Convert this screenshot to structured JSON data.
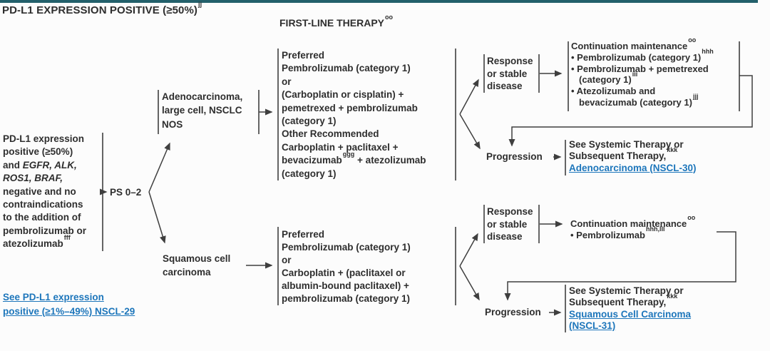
{
  "colors": {
    "top_border": "#23606b",
    "link_blue": "#1d76bb",
    "text": "#2e2e2e",
    "line": "#3f3f3f"
  },
  "header": {
    "title": "PD-L1 EXPRESSION POSITIVE (≥50%)",
    "title_sup": "jj",
    "therapy_label": "FIRST-LINE THERAPY",
    "therapy_sup": "oo"
  },
  "criteria": {
    "l1": "PD-L1 expression",
    "l2": "positive (≥50%)",
    "l3a": "and ",
    "l3b": "EGFR, ALK,",
    "l4": "ROS1, BRAF,",
    "l5": "negative and no",
    "l6": "contraindications",
    "l7": "to the addition of",
    "l8": "pembrolizumab or",
    "l9": "atezolizumab",
    "l9_sup": "fff"
  },
  "ps": {
    "label": "PS 0–2"
  },
  "histology": {
    "adeno_l1": "Adenocarcinoma,",
    "adeno_l2": "large cell, NSCLC",
    "adeno_l3": "NOS",
    "squam_l1": "Squamous cell",
    "squam_l2": "carcinoma"
  },
  "adeno_regimen": {
    "l1": "Preferred",
    "l2": "Pembrolizumab (category 1)",
    "l3": "or",
    "l4": "(Carboplatin or cisplatin) +",
    "l5": "pemetrexed + pembrolizumab",
    "l6": "(category 1)",
    "l7": "Other Recommended",
    "l8": "Carboplatin + paclitaxel +",
    "l9a": "bevacizumab",
    "l9_sup": "ggg",
    "l9b": " + atezolizumab",
    "l10": "(category 1)"
  },
  "squam_regimen": {
    "l1": "Preferred",
    "l2": "Pembrolizumab (category 1)",
    "l3": "or",
    "l4": "Carboplatin + (paclitaxel or",
    "l5": "albumin-bound paclitaxel) +",
    "l6": "pembrolizumab (category 1)"
  },
  "outcomes": {
    "response_l1": "Response",
    "response_l2": "or stable",
    "response_l3": "disease",
    "progression": "Progression"
  },
  "maintenance_top": {
    "header": "Continuation maintenance",
    "header_sup": "oo",
    "b1": "• Pembrolizumab (category 1)",
    "b1_sup": "hhh",
    "b2": "• Pembrolizumab + pemetrexed",
    "b2b": "(category 1)",
    "b2_sup": "iii",
    "b3": "• Atezolizumab and",
    "b3b": "bevacizumab (category 1)",
    "b3_sup": "jjj"
  },
  "maintenance_bottom": {
    "header": "Continuation maintenance",
    "header_sup": "oo",
    "b1": "• Pembrolizumab",
    "b1_sup": "hhh,lll"
  },
  "see_adeno": {
    "l1": "See Systemic Therapy or",
    "l2": "Subsequent Therapy,",
    "l2_sup": "kkk",
    "link": "Adenocarcinoma (NSCL-30)"
  },
  "see_squam": {
    "l1": "See Systemic Therapy or",
    "l2": "Subsequent Therapy,",
    "l2_sup": "kkk",
    "link_l1": "Squamous Cell Carcinoma",
    "link_l2": "(NSCL-31)"
  },
  "footer_link": {
    "l1": "See PD-L1 expression",
    "l2": "positive (≥1%–49%) NSCL-29"
  }
}
